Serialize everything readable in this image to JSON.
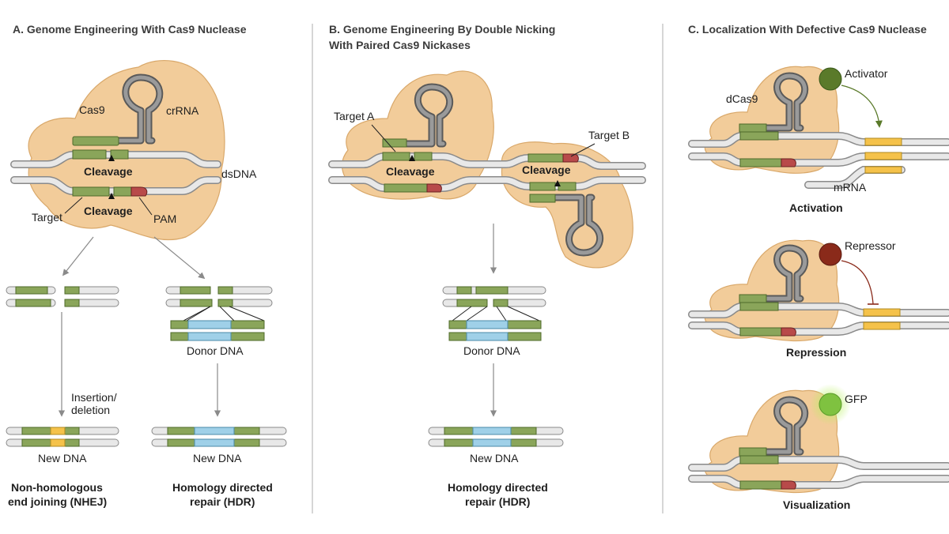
{
  "panels": {
    "a": {
      "heading": "A. Genome Engineering With Cas9 Nuclease",
      "labels": {
        "cas9": "Cas9",
        "crrna": "crRNA",
        "dsdna": "dsDNA",
        "cleavage_top": "Cleavage",
        "cleavage_bottom": "Cleavage",
        "target": "Target",
        "pam": "PAM",
        "donor_dna": "Donor DNA",
        "insertion_line1": "Insertion/",
        "insertion_line2": "deletion",
        "new_dna_left": "New DNA",
        "new_dna_right": "New DNA"
      },
      "pathways": {
        "nhej_line1": "Non-homologous",
        "nhej_line2": "end joining (NHEJ)",
        "hdr_line1": "Homology directed",
        "hdr_line2": "repair (HDR)"
      }
    },
    "b": {
      "heading_line1": "B. Genome Engineering By Double Nicking",
      "heading_line2": "With Paired Cas9 Nickases",
      "labels": {
        "target_a": "Target A",
        "target_b": "Target B",
        "cleavage_left": "Cleavage",
        "cleavage_right": "Cleavage",
        "donor_dna": "Donor DNA",
        "new_dna": "New DNA"
      },
      "pathways": {
        "hdr_line1": "Homology directed",
        "hdr_line2": "repair (HDR)"
      }
    },
    "c": {
      "heading": "C. Localization With Defective Cas9 Nuclease",
      "labels": {
        "dcas9": "dCas9",
        "activator": "Activator",
        "mrna": "mRNA",
        "repressor": "Repressor",
        "gfp": "GFP"
      },
      "modes": {
        "activation": "Activation",
        "repression": "Repression",
        "visualization": "Visualization"
      }
    }
  },
  "colors": {
    "protein": "#f2cc9a",
    "protein_edge": "#d9a86a",
    "dna_strand": "#e8e8e8",
    "dna_edge": "#8a8a8a",
    "guide_segment": "#8aa55a",
    "guide_loop": "#808080",
    "pam": "#b84a4a",
    "donor": "#9fd0e8",
    "indel": "#f5c24a",
    "activator": "#5a7a2a",
    "repressor": "#8a2a1a",
    "gfp": "#7fc240",
    "divider": "#c8c8c8"
  }
}
